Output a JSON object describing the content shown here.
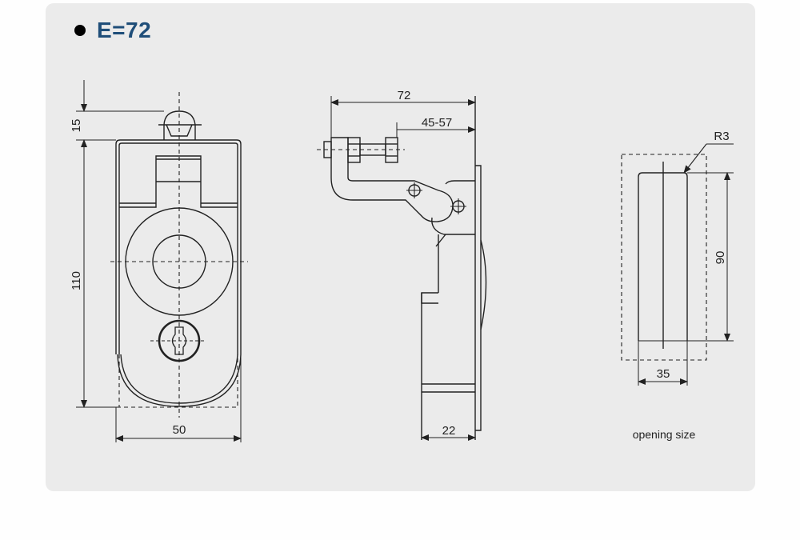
{
  "header": {
    "title": "E=72"
  },
  "front_view": {
    "dim_top": "15",
    "dim_height": "110",
    "dim_width": "50"
  },
  "side_view": {
    "dim_total_depth": "72",
    "dim_adjust_range": "45-57",
    "dim_base_depth": "22"
  },
  "opening_view": {
    "dim_radius": "R3",
    "dim_height": "90",
    "dim_width": "35",
    "caption": "opening size"
  },
  "colors": {
    "panel_bg": "#ebebeb",
    "title_text": "#1f4e79",
    "line": "#222222"
  }
}
